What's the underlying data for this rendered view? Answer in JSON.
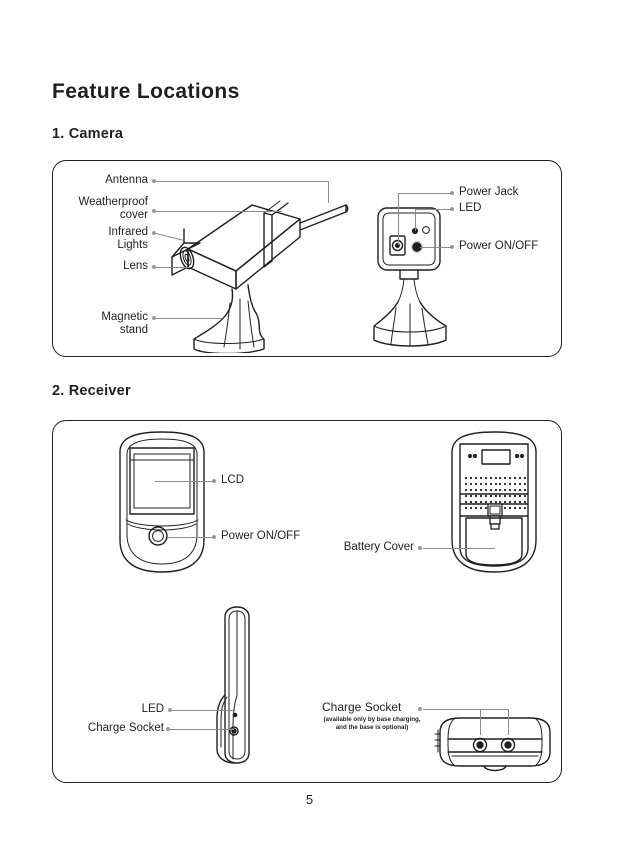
{
  "document": {
    "title": "Feature Locations",
    "page_number": "5"
  },
  "sections": [
    {
      "id": "camera",
      "heading": "1. Camera",
      "labels": {
        "antenna": "Antenna",
        "weatherproof_cover": "Weatherproof\ncover",
        "infrared_lights": "Infrared\nLights",
        "lens": "Lens",
        "magnetic_stand": "Magnetic\nstand",
        "power_jack": "Power Jack",
        "led": "LED",
        "power_on_off": "Power ON/OFF"
      }
    },
    {
      "id": "receiver",
      "heading": "2. Receiver",
      "labels": {
        "lcd": "LCD",
        "power_on_off": "Power ON/OFF",
        "battery_cover": "Battery Cover",
        "led": "LED",
        "charge_socket_side": "Charge Socket",
        "charge_socket_bottom": "Charge Socket",
        "charge_socket_note": "(available only by base charging,\nand the base is optional)"
      }
    }
  ],
  "colors": {
    "ink": "#231f20",
    "leader": "#8c8c8c",
    "bullet": "#9a9a9a",
    "background": "#ffffff"
  }
}
